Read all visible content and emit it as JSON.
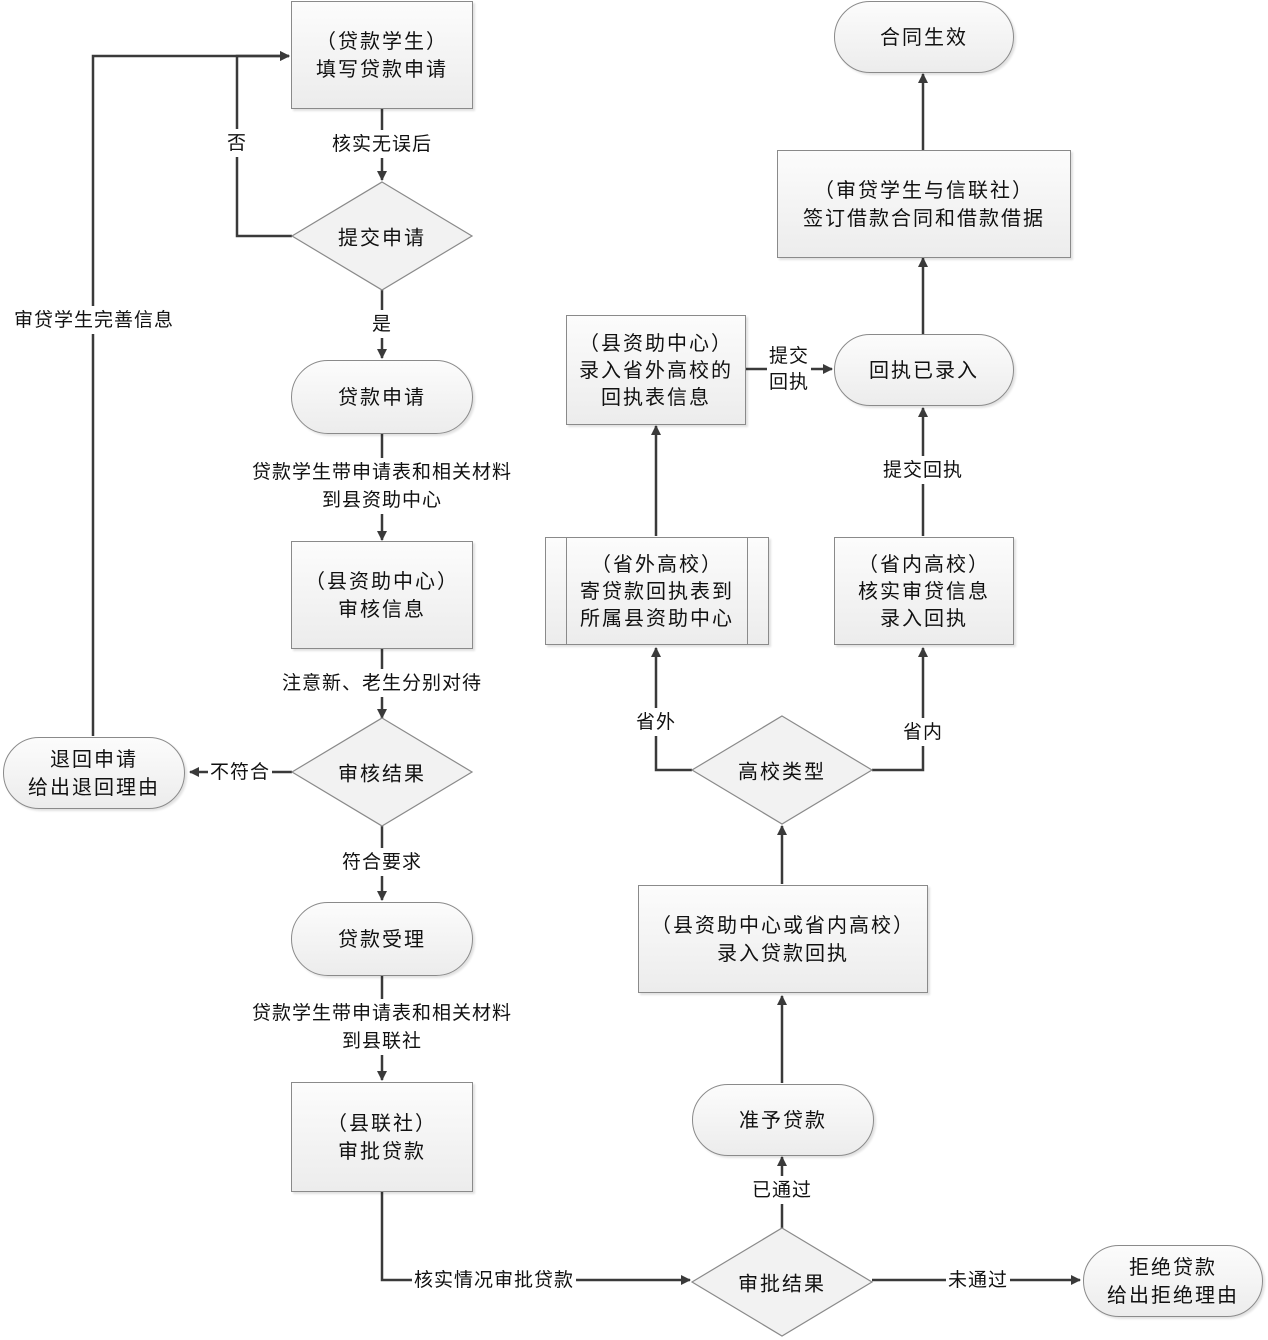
{
  "nodes": {
    "apply_form": [
      "（贷款学生）",
      "填写贷款申请"
    ],
    "submit": "提交申请",
    "loan_app": "贷款申请",
    "county_review": [
      "（县资助中心）",
      "审核信息"
    ],
    "review_result": "审核结果",
    "return_app": [
      "退回申请",
      "给出退回理由"
    ],
    "loan_accept": "贷款受理",
    "county_union": [
      "（县联社）",
      "审批贷款"
    ],
    "approve_result": "审批结果",
    "reject": [
      "拒绝贷款",
      "给出拒绝理由"
    ],
    "grant": "准予贷款",
    "enter_receipt": [
      "（县资助中心或省内高校）",
      "录入贷款回执"
    ],
    "school_type": "高校类型",
    "outside_school": [
      "（省外高校）",
      "寄贷款回执表到",
      "所属县资助中心"
    ],
    "inside_school": [
      "（省内高校）",
      "核实审贷信息",
      "录入回执"
    ],
    "county_enter": [
      "（县资助中心）",
      "录入省外高校的",
      "回执表信息"
    ],
    "receipt_entered": "回执已录入",
    "sign_contract": [
      "（审贷学生与信联社）",
      "签订借款合同和借款借据"
    ],
    "contract_effective": "合同生效"
  },
  "edges": {
    "verified": "核实无误后",
    "no": "否",
    "yes": "是",
    "improve_info": "审贷学生完善信息",
    "bring_to_county": [
      "贷款学生带申请表和相关材料",
      "到县资助中心"
    ],
    "note_new_old": "注意新、老生分别对待",
    "not_match": "不符合",
    "match": "符合要求",
    "bring_to_union": [
      "贷款学生带申请表和相关材料",
      "到县联社"
    ],
    "verify_approve": "核实情况审批贷款",
    "not_passed": "未通过",
    "passed": "已通过",
    "outside": "省外",
    "inside": "省内",
    "submit_receipt_1": [
      "提交",
      "回执"
    ],
    "submit_receipt_2": "提交回执"
  }
}
